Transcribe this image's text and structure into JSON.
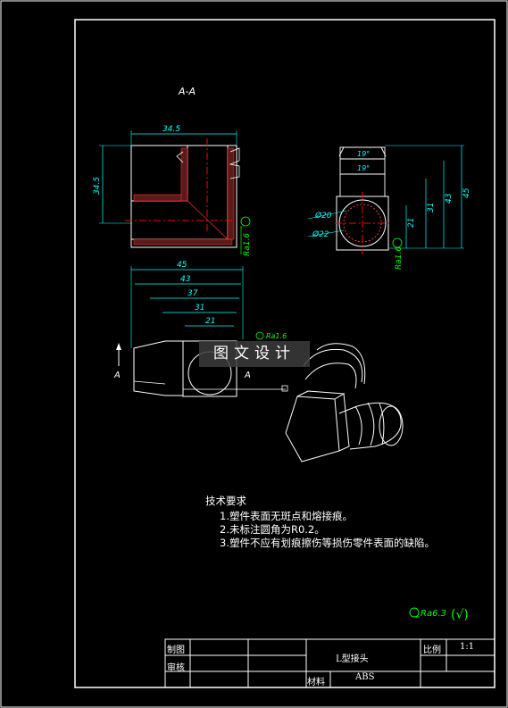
{
  "section_label": "A-A",
  "view_arrow_label": "A",
  "dimensions": {
    "section_width": "34.5",
    "section_height": "34.5",
    "right_angle_1": "19°",
    "right_angle_2": "19°",
    "right_d1": "Ø20",
    "right_d2": "Ø22",
    "right_h21": "21",
    "right_h31": "31",
    "right_h43": "43",
    "right_h45": "45",
    "front_45": "45",
    "front_43": "43",
    "front_37": "37",
    "front_31": "31",
    "front_21": "21"
  },
  "roughness": {
    "section": "Ra1.6",
    "right": "Ra1.6",
    "front": "Ra1.6",
    "general": "Ra6.3",
    "general_suffix": "(√)"
  },
  "watermark": "图文设计",
  "tech_requirements": {
    "title": "技术要求",
    "items": [
      "1.塑件表面无斑点和熔接痕。",
      "2.未标注圆角为R0.2。",
      "3.塑件不应有划痕擦伤等损伤零件表面的缺陷。"
    ]
  },
  "title_block": {
    "drawn_label": "制图",
    "check_label": "审核",
    "part_name": "L型接头",
    "scale_label": "比例",
    "scale_value": "1:1",
    "material_label": "材料",
    "material_value": "ABS"
  },
  "colors": {
    "background": "#000000",
    "outline": "#ffffff",
    "dimension": "#00ffff",
    "centerline": "#ff0000",
    "roughness": "#00ff00",
    "hatch": "#ff3333"
  }
}
